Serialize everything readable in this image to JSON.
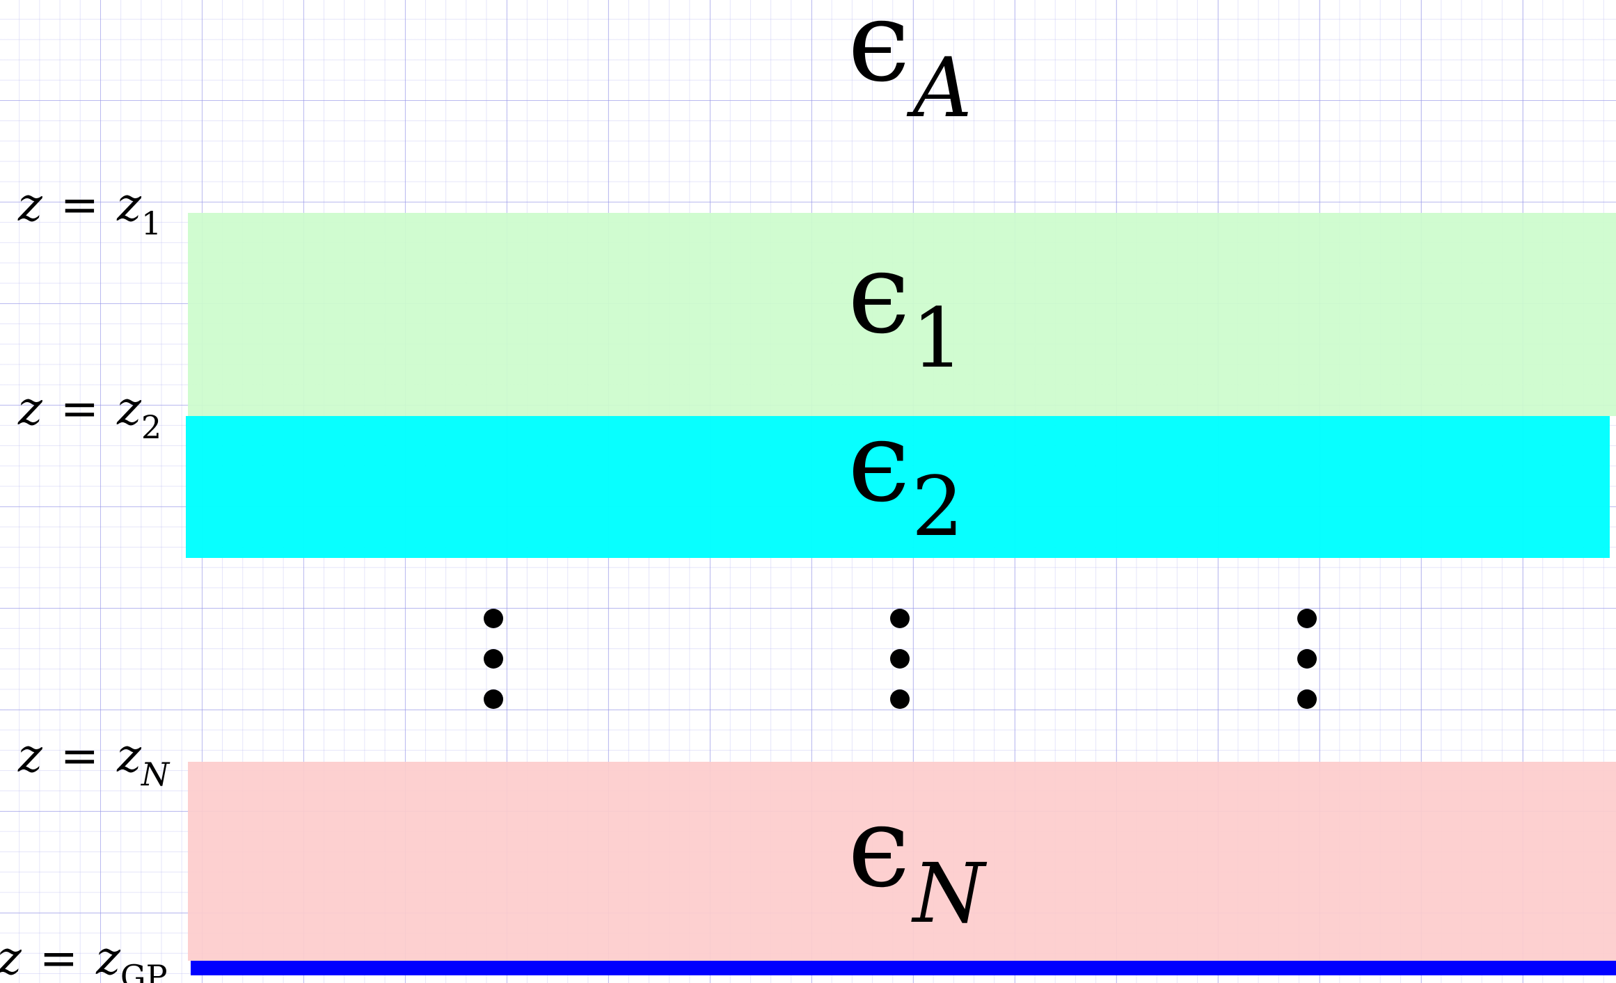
{
  "diagram": {
    "epsilon_symbol": "ϵ",
    "regions": [
      {
        "key": "ambient",
        "subscript": "A",
        "subscript_style": "italic",
        "color": "#ffffff"
      },
      {
        "key": "layer1",
        "subscript": "1",
        "subscript_style": "upright",
        "color": "#ccfccc"
      },
      {
        "key": "layer2",
        "subscript": "2",
        "subscript_style": "upright",
        "color": "#00ffff"
      },
      {
        "key": "layerN",
        "subscript": "N",
        "subscript_style": "italic",
        "color": "#fdcccc"
      }
    ],
    "ground_plane_color": "#0000ff",
    "boundaries": [
      {
        "var": "z",
        "eq": "=",
        "sym": "z",
        "subscript": "1"
      },
      {
        "var": "z",
        "eq": "=",
        "sym": "z",
        "subscript": "2"
      },
      {
        "var": "z",
        "eq": "=",
        "sym": "z",
        "subscript": "N"
      },
      {
        "var": "z",
        "eq": "=",
        "sym": "z",
        "subscript": "GP"
      }
    ],
    "ellipsis_columns": 3
  }
}
